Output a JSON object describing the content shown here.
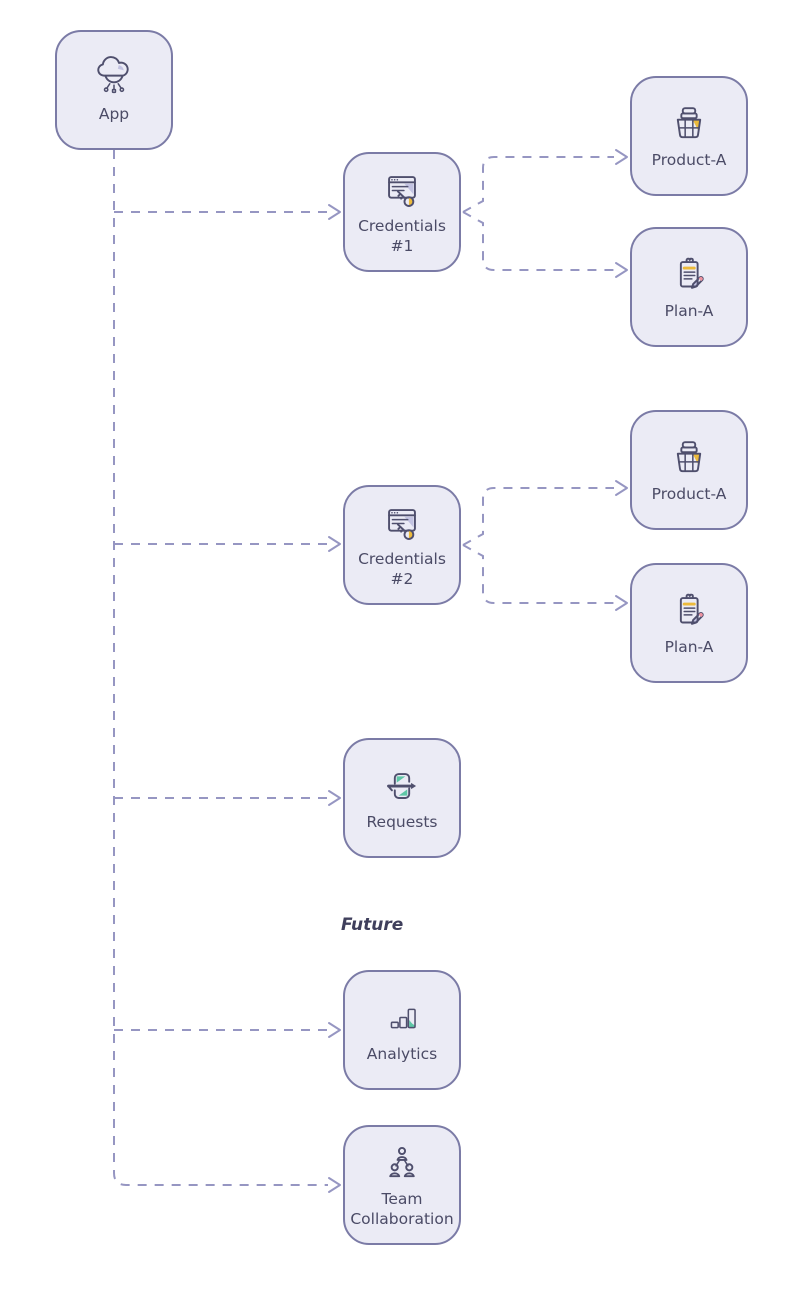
{
  "diagram": {
    "title_hint": "App architecture diagram",
    "future_label": "Future",
    "colors": {
      "node_fill": "#ebebf5",
      "node_border": "#7b7ba6",
      "connector": "#9696c2",
      "label_text": "#4b4b66",
      "icon_stroke": "#4f4f6d",
      "accent_yellow": "#ecba3b",
      "accent_teal": "#5ec6a6",
      "accent_pink": "#ef93a0",
      "accent_lavender": "#c3c3e2"
    },
    "nodes": [
      {
        "id": "app",
        "label": "App",
        "icon": "cloud-app-icon"
      },
      {
        "id": "credentials-1",
        "label": "Credentials #1",
        "icon": "browser-key-icon"
      },
      {
        "id": "product-a-1",
        "label": "Product-A",
        "icon": "product-basket-icon"
      },
      {
        "id": "plan-a-1",
        "label": "Plan-A",
        "icon": "plan-clipboard-icon"
      },
      {
        "id": "credentials-2",
        "label": "Credentials #2",
        "icon": "browser-key-icon"
      },
      {
        "id": "product-a-2",
        "label": "Product-A",
        "icon": "product-basket-icon"
      },
      {
        "id": "plan-a-2",
        "label": "Plan-A",
        "icon": "plan-clipboard-icon"
      },
      {
        "id": "requests",
        "label": "Requests",
        "icon": "requests-sync-icon"
      },
      {
        "id": "analytics",
        "label": "Analytics",
        "icon": "analytics-bars-icon"
      },
      {
        "id": "team-collaboration",
        "label": "Team Collaboration",
        "icon": "team-collaboration-icon"
      }
    ],
    "edges": [
      {
        "from": "app",
        "to": "credentials-1",
        "style": "dashed-arrow"
      },
      {
        "from": "app",
        "to": "credentials-2",
        "style": "dashed-arrow"
      },
      {
        "from": "app",
        "to": "requests",
        "style": "dashed-arrow"
      },
      {
        "from": "app",
        "to": "analytics",
        "style": "dashed-arrow"
      },
      {
        "from": "app",
        "to": "team-collaboration",
        "style": "dashed-arrow"
      },
      {
        "from": "credentials-1",
        "to": "product-a-1",
        "style": "dashed-arrow"
      },
      {
        "from": "credentials-1",
        "to": "plan-a-1",
        "style": "dashed-arrow"
      },
      {
        "from": "credentials-2",
        "to": "product-a-2",
        "style": "dashed-arrow"
      },
      {
        "from": "credentials-2",
        "to": "plan-a-2",
        "style": "dashed-arrow"
      }
    ]
  }
}
